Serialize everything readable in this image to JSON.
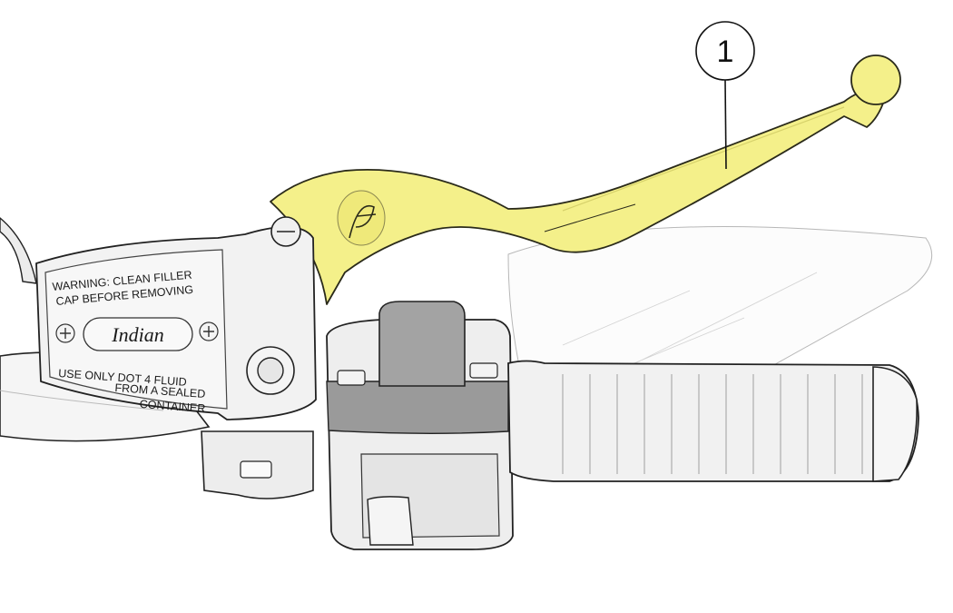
{
  "callout": {
    "number": "1"
  },
  "reservoir": {
    "warning_line1": "WARNING: CLEAN FILLER",
    "warning_line2": "CAP BEFORE REMOVING",
    "brand": "Indian",
    "fluid_line1": "USE ONLY DOT 4 FLUID",
    "fluid_line2": "FROM A SEALED",
    "fluid_line3": "CONTAINER"
  },
  "colors": {
    "lever": "#f4f08a",
    "lever_stroke": "#2a2a1a",
    "part": "#f2f2f2",
    "switch": "#9a9a9a",
    "outline": "#222222"
  },
  "icons": [
    "lever-logo-icon",
    "screw-left-icon",
    "screw-right-icon"
  ]
}
